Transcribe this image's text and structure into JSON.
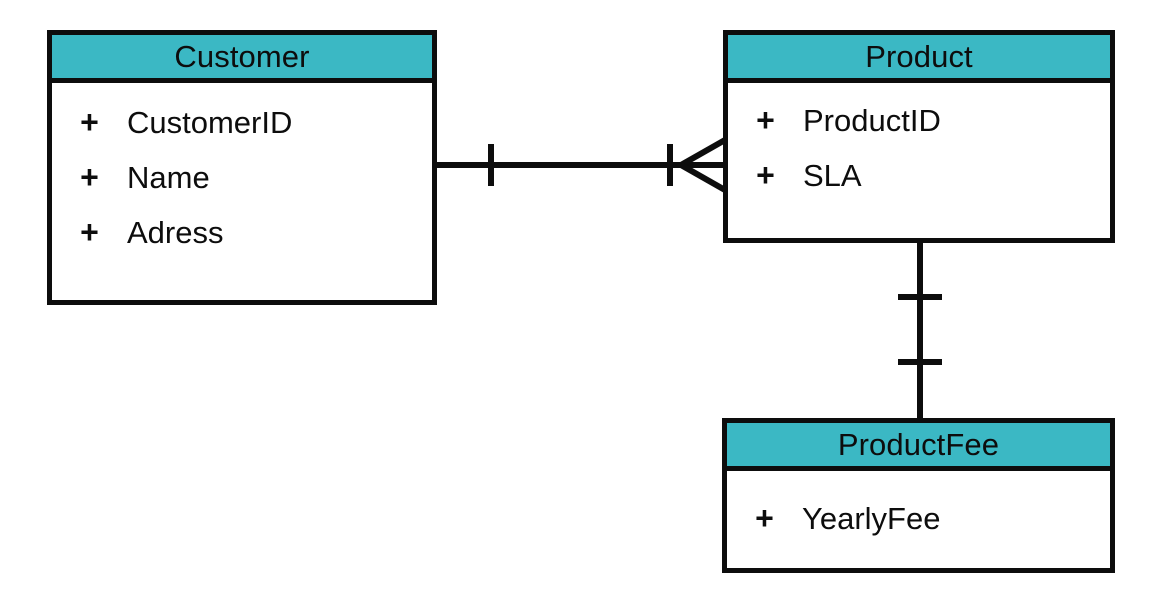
{
  "diagram": {
    "type": "entity-relationship-diagram",
    "notation": "crow's foot",
    "background_color": "#ffffff",
    "header_color": "#3bb8c4",
    "line_color": "#0d0d0d",
    "attribute_marker": "+"
  },
  "entities": [
    {
      "id": "customer",
      "name": "Customer",
      "attributes": [
        {
          "marker": "+",
          "name": "CustomerID"
        },
        {
          "marker": "+",
          "name": "Name"
        },
        {
          "marker": "+",
          "name": "Adress"
        }
      ]
    },
    {
      "id": "product",
      "name": "Product",
      "attributes": [
        {
          "marker": "+",
          "name": "ProductID"
        },
        {
          "marker": "+",
          "name": "SLA"
        }
      ]
    },
    {
      "id": "productfee",
      "name": "ProductFee",
      "attributes": [
        {
          "marker": "+",
          "name": "YearlyFee"
        }
      ]
    }
  ],
  "relationships": [
    {
      "id": "customer-product",
      "from": "Customer",
      "to": "Product",
      "from_cardinality": "one",
      "to_cardinality": "many",
      "orientation": "horizontal"
    },
    {
      "id": "product-productfee",
      "from": "Product",
      "to": "ProductFee",
      "from_cardinality": "one",
      "to_cardinality": "one",
      "orientation": "vertical"
    }
  ]
}
